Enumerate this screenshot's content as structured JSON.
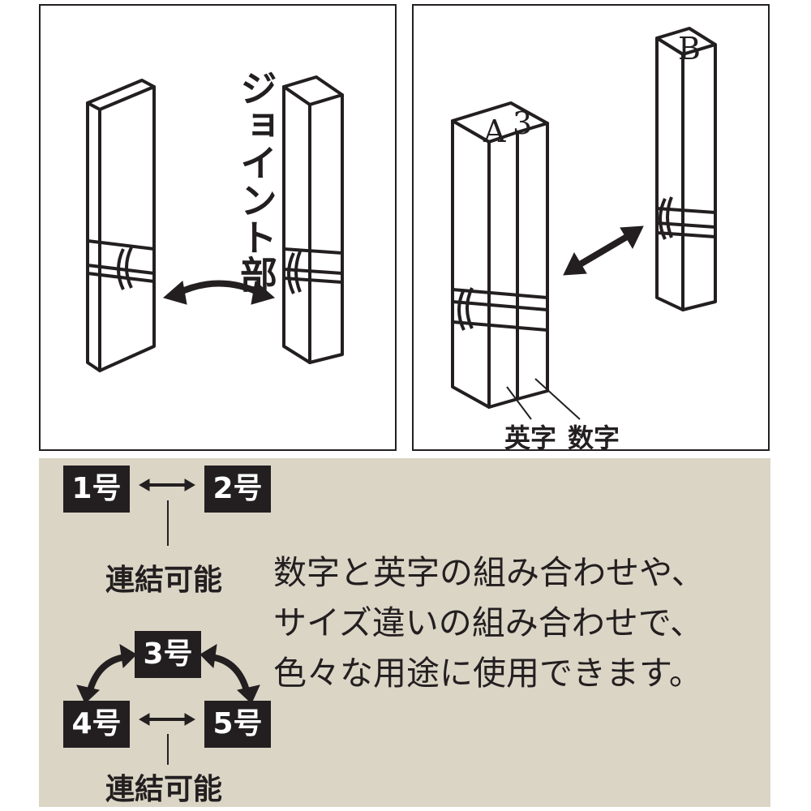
{
  "left_panel": {
    "joint_label": "ジョイント部"
  },
  "right_panel": {
    "stamp_letters": [
      "A",
      "3",
      "B"
    ],
    "label_alpha": "英字",
    "label_number": "数字"
  },
  "connections": {
    "group1": {
      "badges": [
        "1号",
        "2号"
      ],
      "label": "連結可能"
    },
    "group2": {
      "badges": [
        "3号",
        "4号",
        "5号"
      ],
      "label": "連結可能"
    }
  },
  "description": {
    "lines": [
      "数字と英字の組み合わせや、",
      "サイズ違いの組み合わせで、",
      "色々な用途に使用できます。"
    ]
  },
  "colors": {
    "line": "#231f20",
    "bottom_bg": "#dbd5c6",
    "badge_bg": "#231f20",
    "badge_text": "#ffffff"
  }
}
